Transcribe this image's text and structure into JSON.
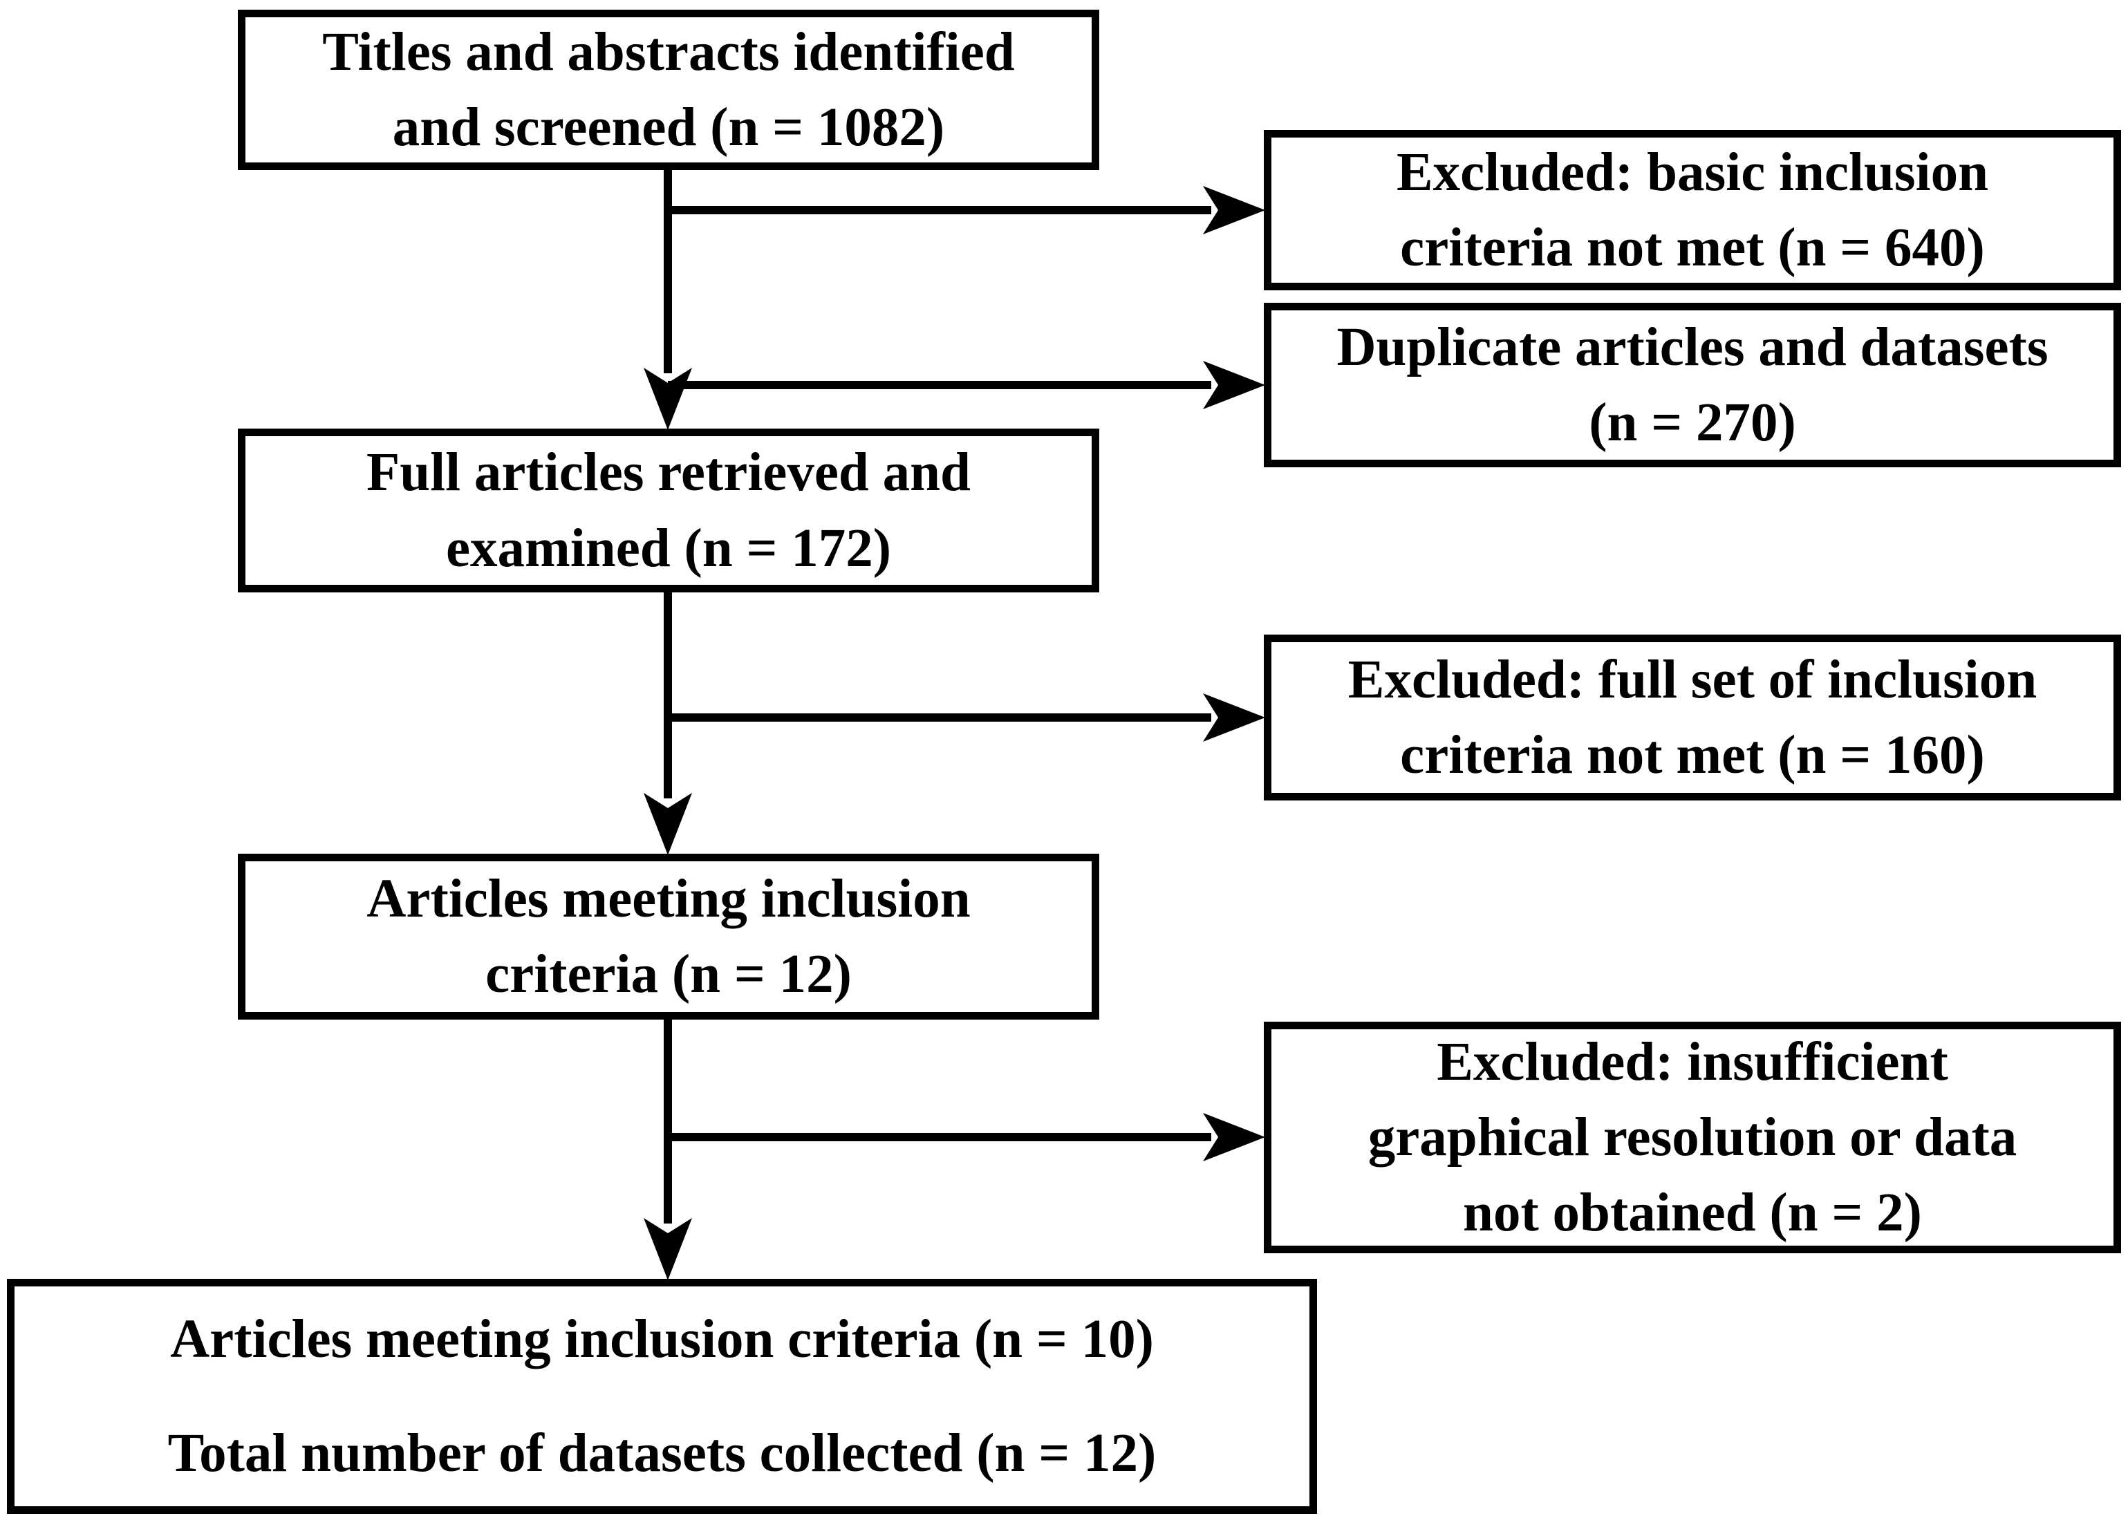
{
  "diagram": {
    "type": "flowchart",
    "subject": "article screening and inclusion flow",
    "colors": {
      "background": "#ffffff",
      "box_border": "#000000",
      "text": "#000000",
      "arrow": "#000000"
    },
    "nodes": [
      {
        "id": "titles-screened",
        "lines": [
          "Titles and abstracts identified",
          "and screened (n = 1082)"
        ],
        "n": 1082
      },
      {
        "id": "excluded-basic-criteria",
        "lines": [
          "Excluded: basic inclusion",
          "criteria not met (n = 640)"
        ],
        "n": 640
      },
      {
        "id": "duplicate-articles",
        "lines": [
          "Duplicate articles and datasets",
          "(n = 270)"
        ],
        "n": 270
      },
      {
        "id": "full-articles-examined",
        "lines": [
          "Full articles retrieved and",
          "examined (n = 172)"
        ],
        "n": 172
      },
      {
        "id": "excluded-full-criteria",
        "lines": [
          "Excluded: full set of inclusion",
          "criteria not met (n = 160)"
        ],
        "n": 160
      },
      {
        "id": "articles-meeting-criteria",
        "lines": [
          "Articles meeting inclusion",
          "criteria (n = 12)"
        ],
        "n": 12
      },
      {
        "id": "excluded-insufficient-graphical",
        "lines": [
          "Excluded: insufficient",
          "graphical resolution or data",
          "not obtained (n = 2)"
        ],
        "n": 2
      },
      {
        "id": "final-included",
        "lines": [
          "Articles meeting inclusion criteria (n = 10)",
          "Total number of datasets collected (n = 12)"
        ],
        "n_articles": 10,
        "n_datasets": 12
      }
    ],
    "edges": [
      {
        "from": "titles-screened",
        "to": "excluded-basic-criteria"
      },
      {
        "from": "titles-screened",
        "to": "duplicate-articles"
      },
      {
        "from": "titles-screened",
        "to": "full-articles-examined"
      },
      {
        "from": "full-articles-examined",
        "to": "excluded-full-criteria"
      },
      {
        "from": "full-articles-examined",
        "to": "articles-meeting-criteria"
      },
      {
        "from": "articles-meeting-criteria",
        "to": "excluded-insufficient-graphical"
      },
      {
        "from": "articles-meeting-criteria",
        "to": "final-included"
      }
    ]
  }
}
